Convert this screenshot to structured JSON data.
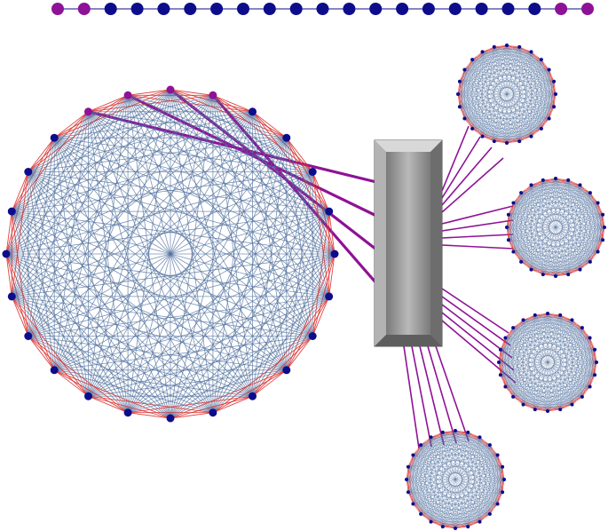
{
  "colors": {
    "background": "#ffffff",
    "interior_edge": "#4f6f9e",
    "outer_edge": "#d9312f",
    "node_regular": "#0d0d8c",
    "node_port": "#8e1296",
    "connector": "#8e1296",
    "switch_face": "#9a9a9a",
    "switch_dark": "#6d6d6d",
    "switch_light": "#d8d8d8"
  },
  "line_graph": {
    "node_colors": [
      "port",
      "port",
      "regular",
      "regular",
      "regular",
      "regular",
      "regular",
      "regular",
      "regular",
      "regular",
      "regular",
      "regular",
      "regular",
      "regular",
      "regular",
      "regular",
      "regular",
      "regular",
      "regular",
      "port",
      "port"
    ]
  },
  "central_switch": {
    "shape": "beveled-rectangle"
  },
  "big_cluster": {
    "node_count": 24,
    "port_node_indices": [
      4,
      5,
      6,
      7
    ]
  },
  "small_clusters": [
    {
      "id": "cluster-top-right",
      "node_count": 24,
      "link_count": 4
    },
    {
      "id": "cluster-mid-right",
      "node_count": 24,
      "link_count": 4
    },
    {
      "id": "cluster-lower-right",
      "node_count": 24,
      "link_count": 5
    },
    {
      "id": "cluster-bottom",
      "node_count": 24,
      "link_count": 5
    }
  ]
}
